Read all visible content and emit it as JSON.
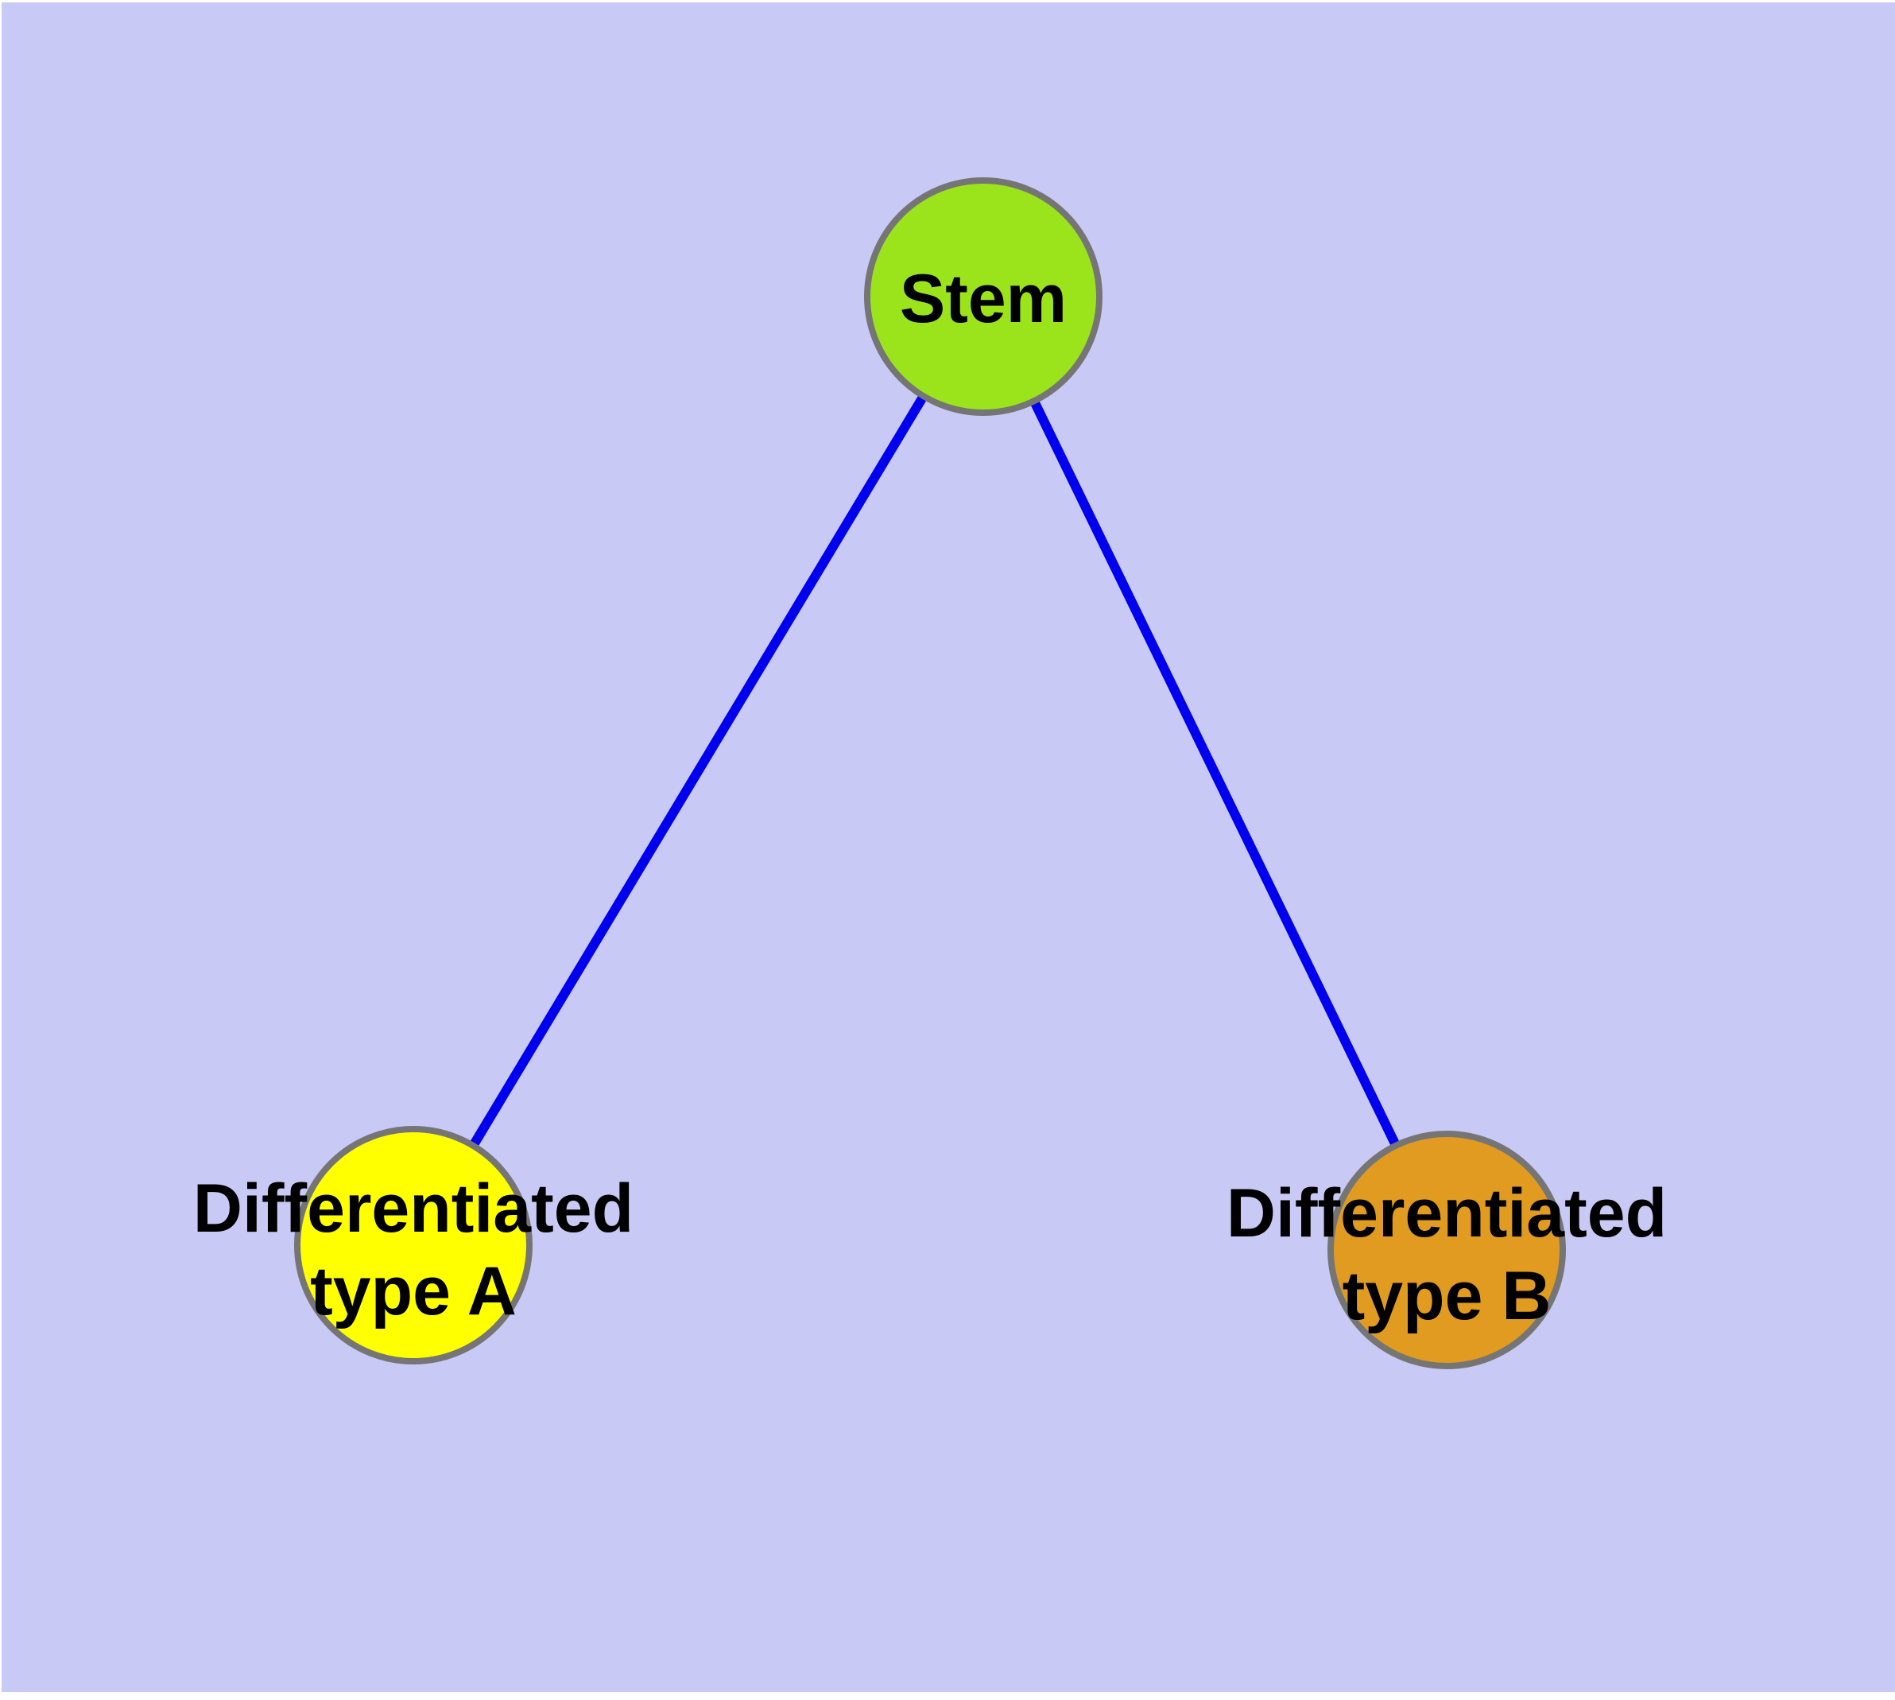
{
  "canvas": {
    "background_color": "#C9C9F5",
    "margin_color": "#FFFFFF"
  },
  "graph": {
    "edge_color": "#0000EE",
    "node_border_color": "#757575",
    "text_color": "#000000",
    "nodes": [
      {
        "id": "stem",
        "label": "Stem",
        "fill": "#9BE41C"
      },
      {
        "id": "differentiated-type-a",
        "label_line1": "Differentiated",
        "label_line2": "type A",
        "fill": "#FFFF00"
      },
      {
        "id": "differentiated-type-b",
        "label_line1": "Differentiated",
        "label_line2": "type B",
        "fill": "#E09B20"
      }
    ],
    "edges": [
      {
        "from": "stem",
        "to": "differentiated-type-a"
      },
      {
        "from": "stem",
        "to": "differentiated-type-b"
      }
    ]
  }
}
